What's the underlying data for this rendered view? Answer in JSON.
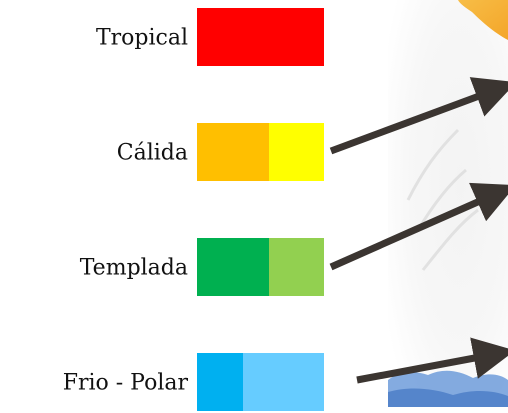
{
  "legend": {
    "items": [
      {
        "label": "Tropical",
        "colors": [
          "#ff0000"
        ]
      },
      {
        "label": "Cálida",
        "colors": [
          "#ffbf00",
          "#ffff00"
        ]
      },
      {
        "label": "Templada",
        "colors": [
          "#00b050",
          "#92d050"
        ]
      },
      {
        "label": "Frio - Polar",
        "colors": [
          "#00b0f0",
          "#66ccff"
        ]
      }
    ]
  },
  "arrow_color": "#3b3531",
  "background_image": {
    "sun_color": "#f5a623",
    "cloud_color": "#5b8fd6"
  }
}
